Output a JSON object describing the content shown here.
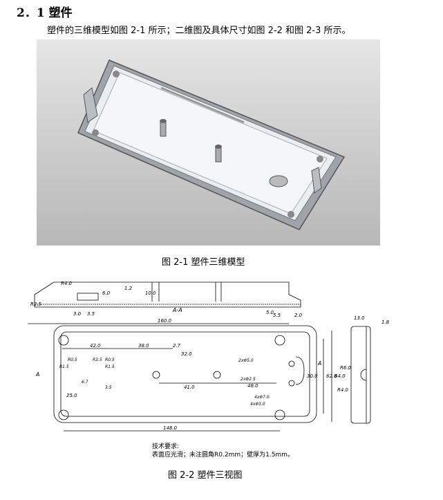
{
  "section": {
    "heading": "2．1 塑件",
    "paragraph": "塑件的三维模型如图 2-1 所示；二维图及具体尺寸如图 2-2 和图 2-3 所示。"
  },
  "figure1": {
    "caption": "图 2-1 塑件三维模型"
  },
  "figure2": {
    "caption": "图 2-2 塑件三视图",
    "section_label": "A-A",
    "section_dims": [
      "R4.0",
      "R2.5",
      "1.2",
      "6.0",
      "10.0",
      "3.0",
      "3.5",
      "5.0",
      "5.5",
      "2.0"
    ],
    "top_dims": [
      "160.0",
      "42.0",
      "38.0",
      "2.7",
      "32.0",
      "R0.5",
      "R3.5",
      "R0.5",
      "R1.5",
      "R1.5",
      "6.7",
      "3.5",
      "25.0",
      "41.0",
      "48.0",
      "2xΦ5.0",
      "2xΦ2.5",
      "4xΦ7.0",
      "4xΦ3.0",
      "30.0",
      "62.0",
      "64.0",
      "148.0",
      "A",
      "A"
    ],
    "side_dims": [
      "13.0",
      "1.8",
      "R6.0",
      "R4.0"
    ],
    "notes_title": "技术要求:",
    "notes_text": "表面应光滑；未注圆角R0.2mm；壁厚为1.5mm。"
  }
}
